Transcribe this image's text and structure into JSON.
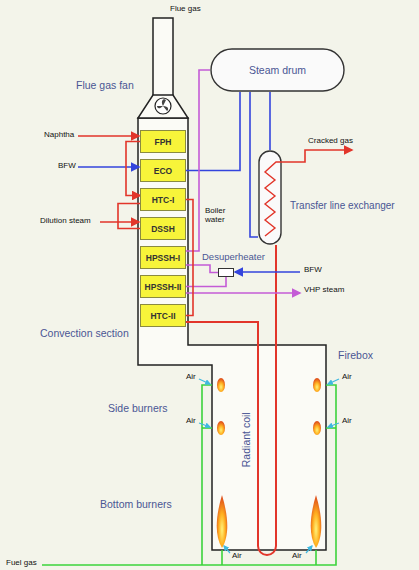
{
  "diagram": {
    "nodes": [
      {
        "text": [
          "FPH"
        ]
      },
      {
        "text": [
          "ECO"
        ]
      },
      {
        "text": [
          "HTC-I"
        ]
      },
      {
        "text": [
          "DSSH"
        ]
      },
      {
        "text": [
          "HPSSH-I"
        ]
      },
      {
        "text": [
          "HPSSH-II"
        ]
      },
      {
        "text": [
          "HTC-II"
        ]
      },
      {
        "text": [
          "Steam drum"
        ]
      },
      {
        "text": [
          "Transfer line exchanger"
        ]
      },
      {
        "text": [
          "Desuperheater"
        ]
      }
    ],
    "edges": [
      {
        "from": 1,
        "to": 7,
        "arrow": "none"
      },
      {
        "from": 7,
        "to": 8,
        "arrow": "none"
      },
      {
        "from": 8,
        "to": 7,
        "arrow": "none"
      },
      {
        "from": 7,
        "to": 4,
        "arrow": "none"
      },
      {
        "from": 4,
        "to": 9,
        "arrow": "none"
      },
      {
        "from": 9,
        "to": 5,
        "arrow": "none"
      },
      {
        "from": 0,
        "to": 2,
        "arrow": "to"
      },
      {
        "from": 3,
        "to": 2,
        "arrow": "none"
      },
      {
        "from": 2,
        "to": 6,
        "arrow": "none"
      }
    ],
    "labels": [
      "Flue gas",
      "Flue gas fan",
      "Naphtha",
      "BFW",
      "Dilution steam",
      "Cracked gas",
      "Boiler water",
      "BFW",
      "VHP steam",
      "Convection section",
      "Firebox",
      "Side burners",
      "Bottom burners",
      "Radiant coil",
      "Air",
      "Air",
      "Air",
      "Air",
      "Air",
      "Air",
      "Fuel gas"
    ]
  }
}
